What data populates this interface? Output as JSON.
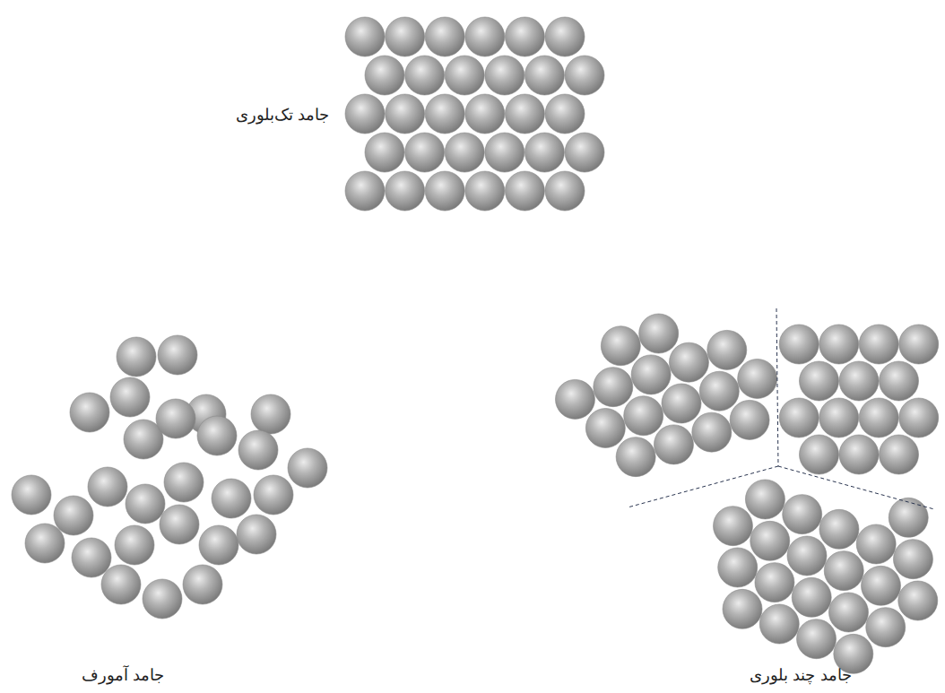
{
  "diagram": {
    "labels": [
      "جامد تک‌بلوری",
      "جامد آمورف",
      "جامد چند بلوری"
    ]
  }
}
